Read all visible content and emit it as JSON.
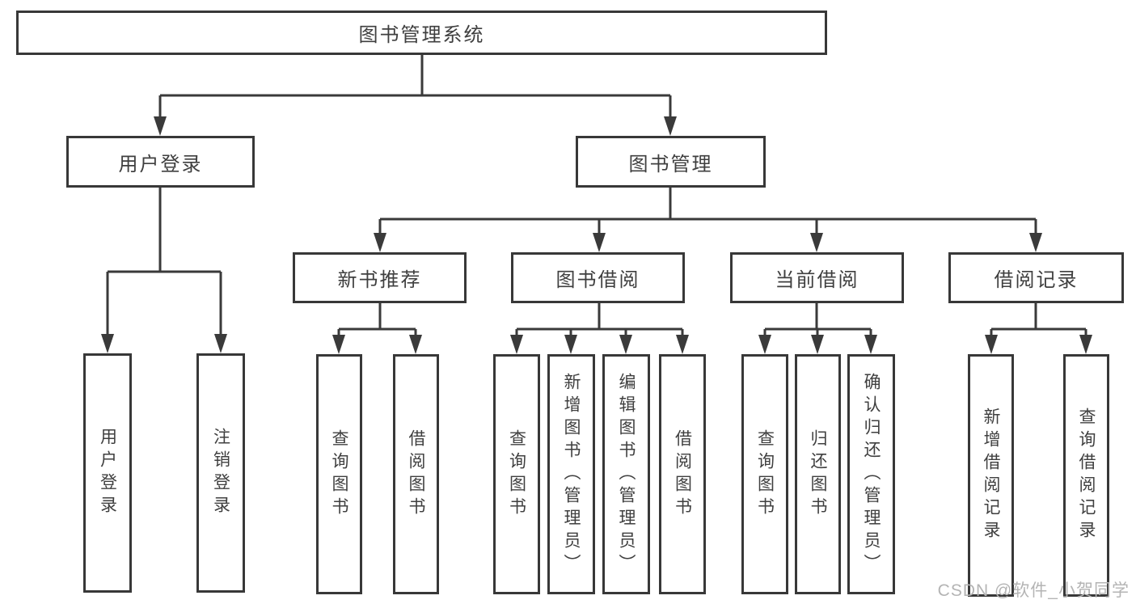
{
  "diagram": {
    "root_label": "图书管理系统",
    "level2": {
      "user_login": "用户登录",
      "book_management": "图书管理"
    },
    "level3": {
      "new_book_recommend": "新书推荐",
      "book_borrowing": "图书借阅",
      "current_borrowing": "当前借阅",
      "borrowing_records": "借阅记录"
    },
    "leaves": {
      "user_login": [
        "用户登录",
        "注销登录"
      ],
      "new_book_recommend": [
        "查询图书",
        "借阅图书"
      ],
      "book_borrowing": [
        "查询图书",
        "新增图书（管理员）",
        "编辑图书（管理员）",
        "借阅图书"
      ],
      "current_borrowing": [
        "查询图书",
        "归还图书",
        "确认归还（管理员）"
      ],
      "borrowing_records": [
        "新增借阅记录",
        "查询借阅记录"
      ]
    },
    "colors": {
      "line": "#3a3a3a",
      "text": "#3f3f3f",
      "background": "#ffffff",
      "watermark": "#b4b4b4"
    }
  },
  "watermark": {
    "text": "CSDN @软件_小贺同学"
  }
}
